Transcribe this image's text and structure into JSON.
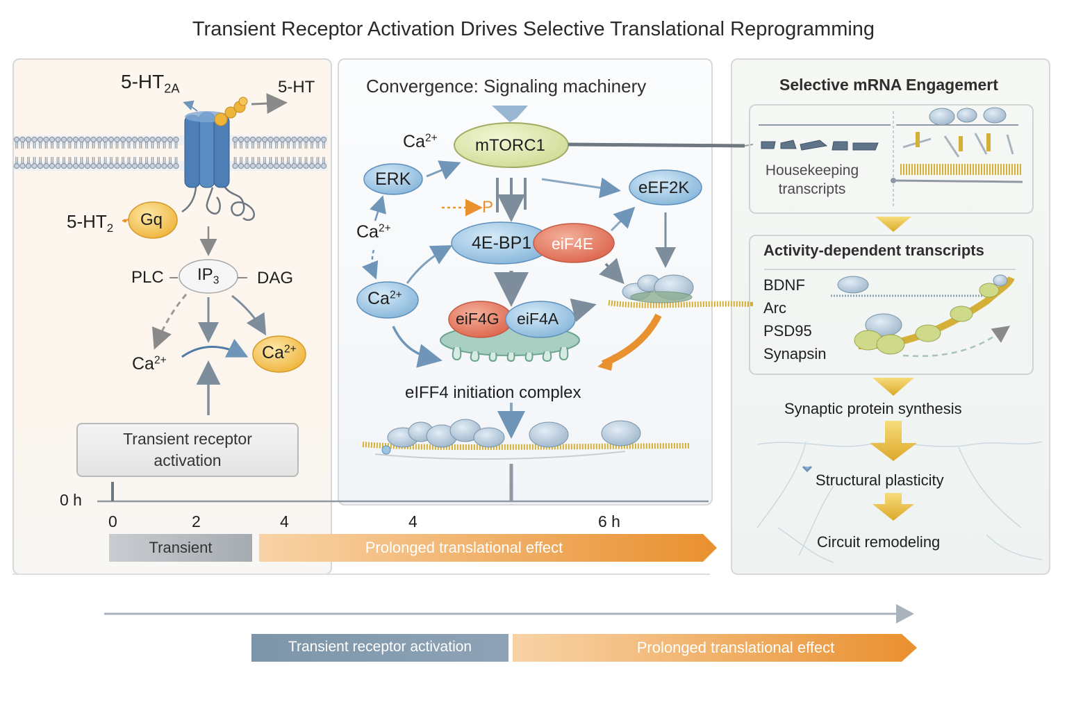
{
  "title": "Transient Receptor Activation Drives Selective Translational Reprogramming",
  "left_panel": {
    "receptor_label_main": "5-HT",
    "receptor_label_sub": "2A",
    "ligand_label": "5-HT",
    "receptor2_label_main": "5-HT",
    "receptor2_label_sub": "2",
    "gq": "Gq",
    "plc": "PLC",
    "ip3_main": "IP",
    "ip3_sub": "3",
    "dag": "DAG",
    "ca_left_main": "Ca",
    "ca_left_sup": "2+",
    "ca_right_main": "Ca",
    "ca_right_sup": "2+",
    "box_text": "Transient receptor activation"
  },
  "middle_panel": {
    "heading": "Convergence: Signaling machinery",
    "ca_top_main": "Ca",
    "ca_top_sup": "2+",
    "mtorc1": "mTORC1",
    "erk": "ERK",
    "eef2k": "eEF2K",
    "p_label": "P",
    "ca_mid_main": "Ca",
    "ca_mid_sup": "2+",
    "bp1": "4E-BP1",
    "eif4e": "eiF4E",
    "ca_node_main": "Ca",
    "ca_node_sup": "2+",
    "eif4g": "eiF4G",
    "eif4a": "eiF4A",
    "complex_label": "eIFF4 initiation complex"
  },
  "right_panel": {
    "heading": "Selective mRNA Engagemert",
    "housekeeping": "Housekeeping transcripts",
    "activity_heading": "Activity-dependent transcripts",
    "transcripts": [
      "BDNF",
      "Arc",
      "PSD95",
      "Synapsin"
    ],
    "cascade": [
      "Synaptic protein synthesis",
      "Structural plasticity",
      "Circuit remodeling"
    ]
  },
  "timeline": {
    "zero_label": "0 h",
    "ticks": [
      "0",
      "2",
      "4",
      "4",
      "6 h"
    ],
    "transient_bar": "Transient",
    "prolonged_bar": "Prolonged translational effect"
  },
  "bottom_timeline": {
    "transient_bar": "Transient receptor activation",
    "prolonged_bar": "Prolonged translational effect"
  },
  "colors": {
    "receptor_blue": "#4a7fb5",
    "gq_yellow": "#f2c14e",
    "mtorc_green": "#dfe8b0",
    "node_blue": "#9cc6e4",
    "eif4e_red": "#e2735c",
    "orange_arrow": "#e9902f",
    "gold_arrow": "#e0b330",
    "transient_gray": "#a9afb5",
    "bottom_transient_blue": "#7c93a7"
  }
}
